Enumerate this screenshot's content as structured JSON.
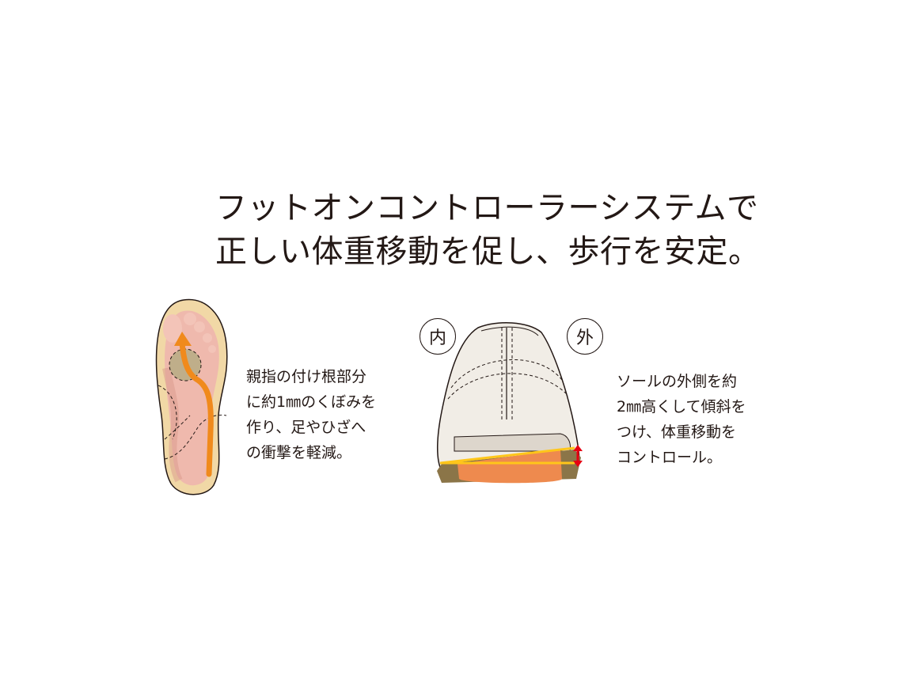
{
  "headline": {
    "line1": "フットオンコントローラーシステムで",
    "line2": "正しい体重移動を促し、歩行を安定。"
  },
  "left_panel": {
    "illustration": "foot-sole-insole",
    "caption_lines": [
      "親指の付け根部分",
      "に約1㎜のくぼみを",
      "作り、足やひざへ",
      "の衝撃を軽減。"
    ]
  },
  "right_panel": {
    "illustration": "shoe-heel-rear-view",
    "badges": {
      "inner": "内",
      "outer": "外"
    },
    "caption_lines": [
      "ソールの外側を約",
      "2㎜高くして傾斜を",
      "つけ、体重移動を",
      "コントロール。"
    ]
  },
  "colors": {
    "text": "#231815",
    "arrow_orange": "#f08a1c",
    "insole_beige": "#f1d8a6",
    "foot_pink": "#efb9ad",
    "depression": "#bfae8a",
    "shoe_cream": "#f1ede6",
    "sole_orange": "#ee8a4e",
    "sole_brown": "#8b7548",
    "slope_yellow": "#ffc61a",
    "indicator_red": "#e60012"
  }
}
